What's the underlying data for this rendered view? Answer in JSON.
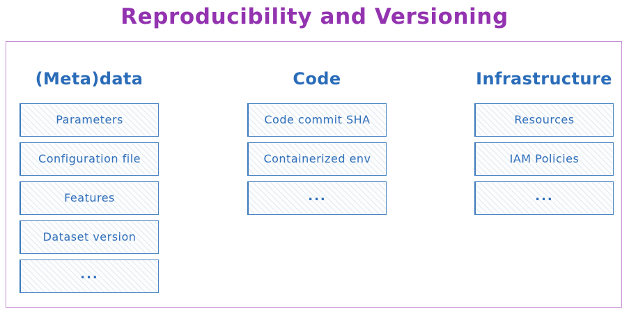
{
  "title": "Reproducibility and Versioning",
  "colors": {
    "title_purple": "#9333b0",
    "frame_purple": "#c48fd4",
    "header_blue": "#2a6cb8",
    "label_blue": "#2f6fba",
    "box_border_blue": "#4b86c4",
    "hatch_gray": "#8ca0b9",
    "background": "#ffffff"
  },
  "columns": [
    {
      "header": "(Meta)data",
      "items": [
        {
          "label": "Parameters"
        },
        {
          "label": "Configuration file"
        },
        {
          "label": "Features"
        },
        {
          "label": "Dataset version"
        },
        {
          "label": "..."
        }
      ]
    },
    {
      "header": "Code",
      "items": [
        {
          "label": "Code commit SHA"
        },
        {
          "label": "Containerized env"
        },
        {
          "label": "..."
        }
      ]
    },
    {
      "header": "Infrastructure",
      "items": [
        {
          "label": "Resources"
        },
        {
          "label": "IAM Policies"
        },
        {
          "label": "..."
        }
      ]
    }
  ]
}
